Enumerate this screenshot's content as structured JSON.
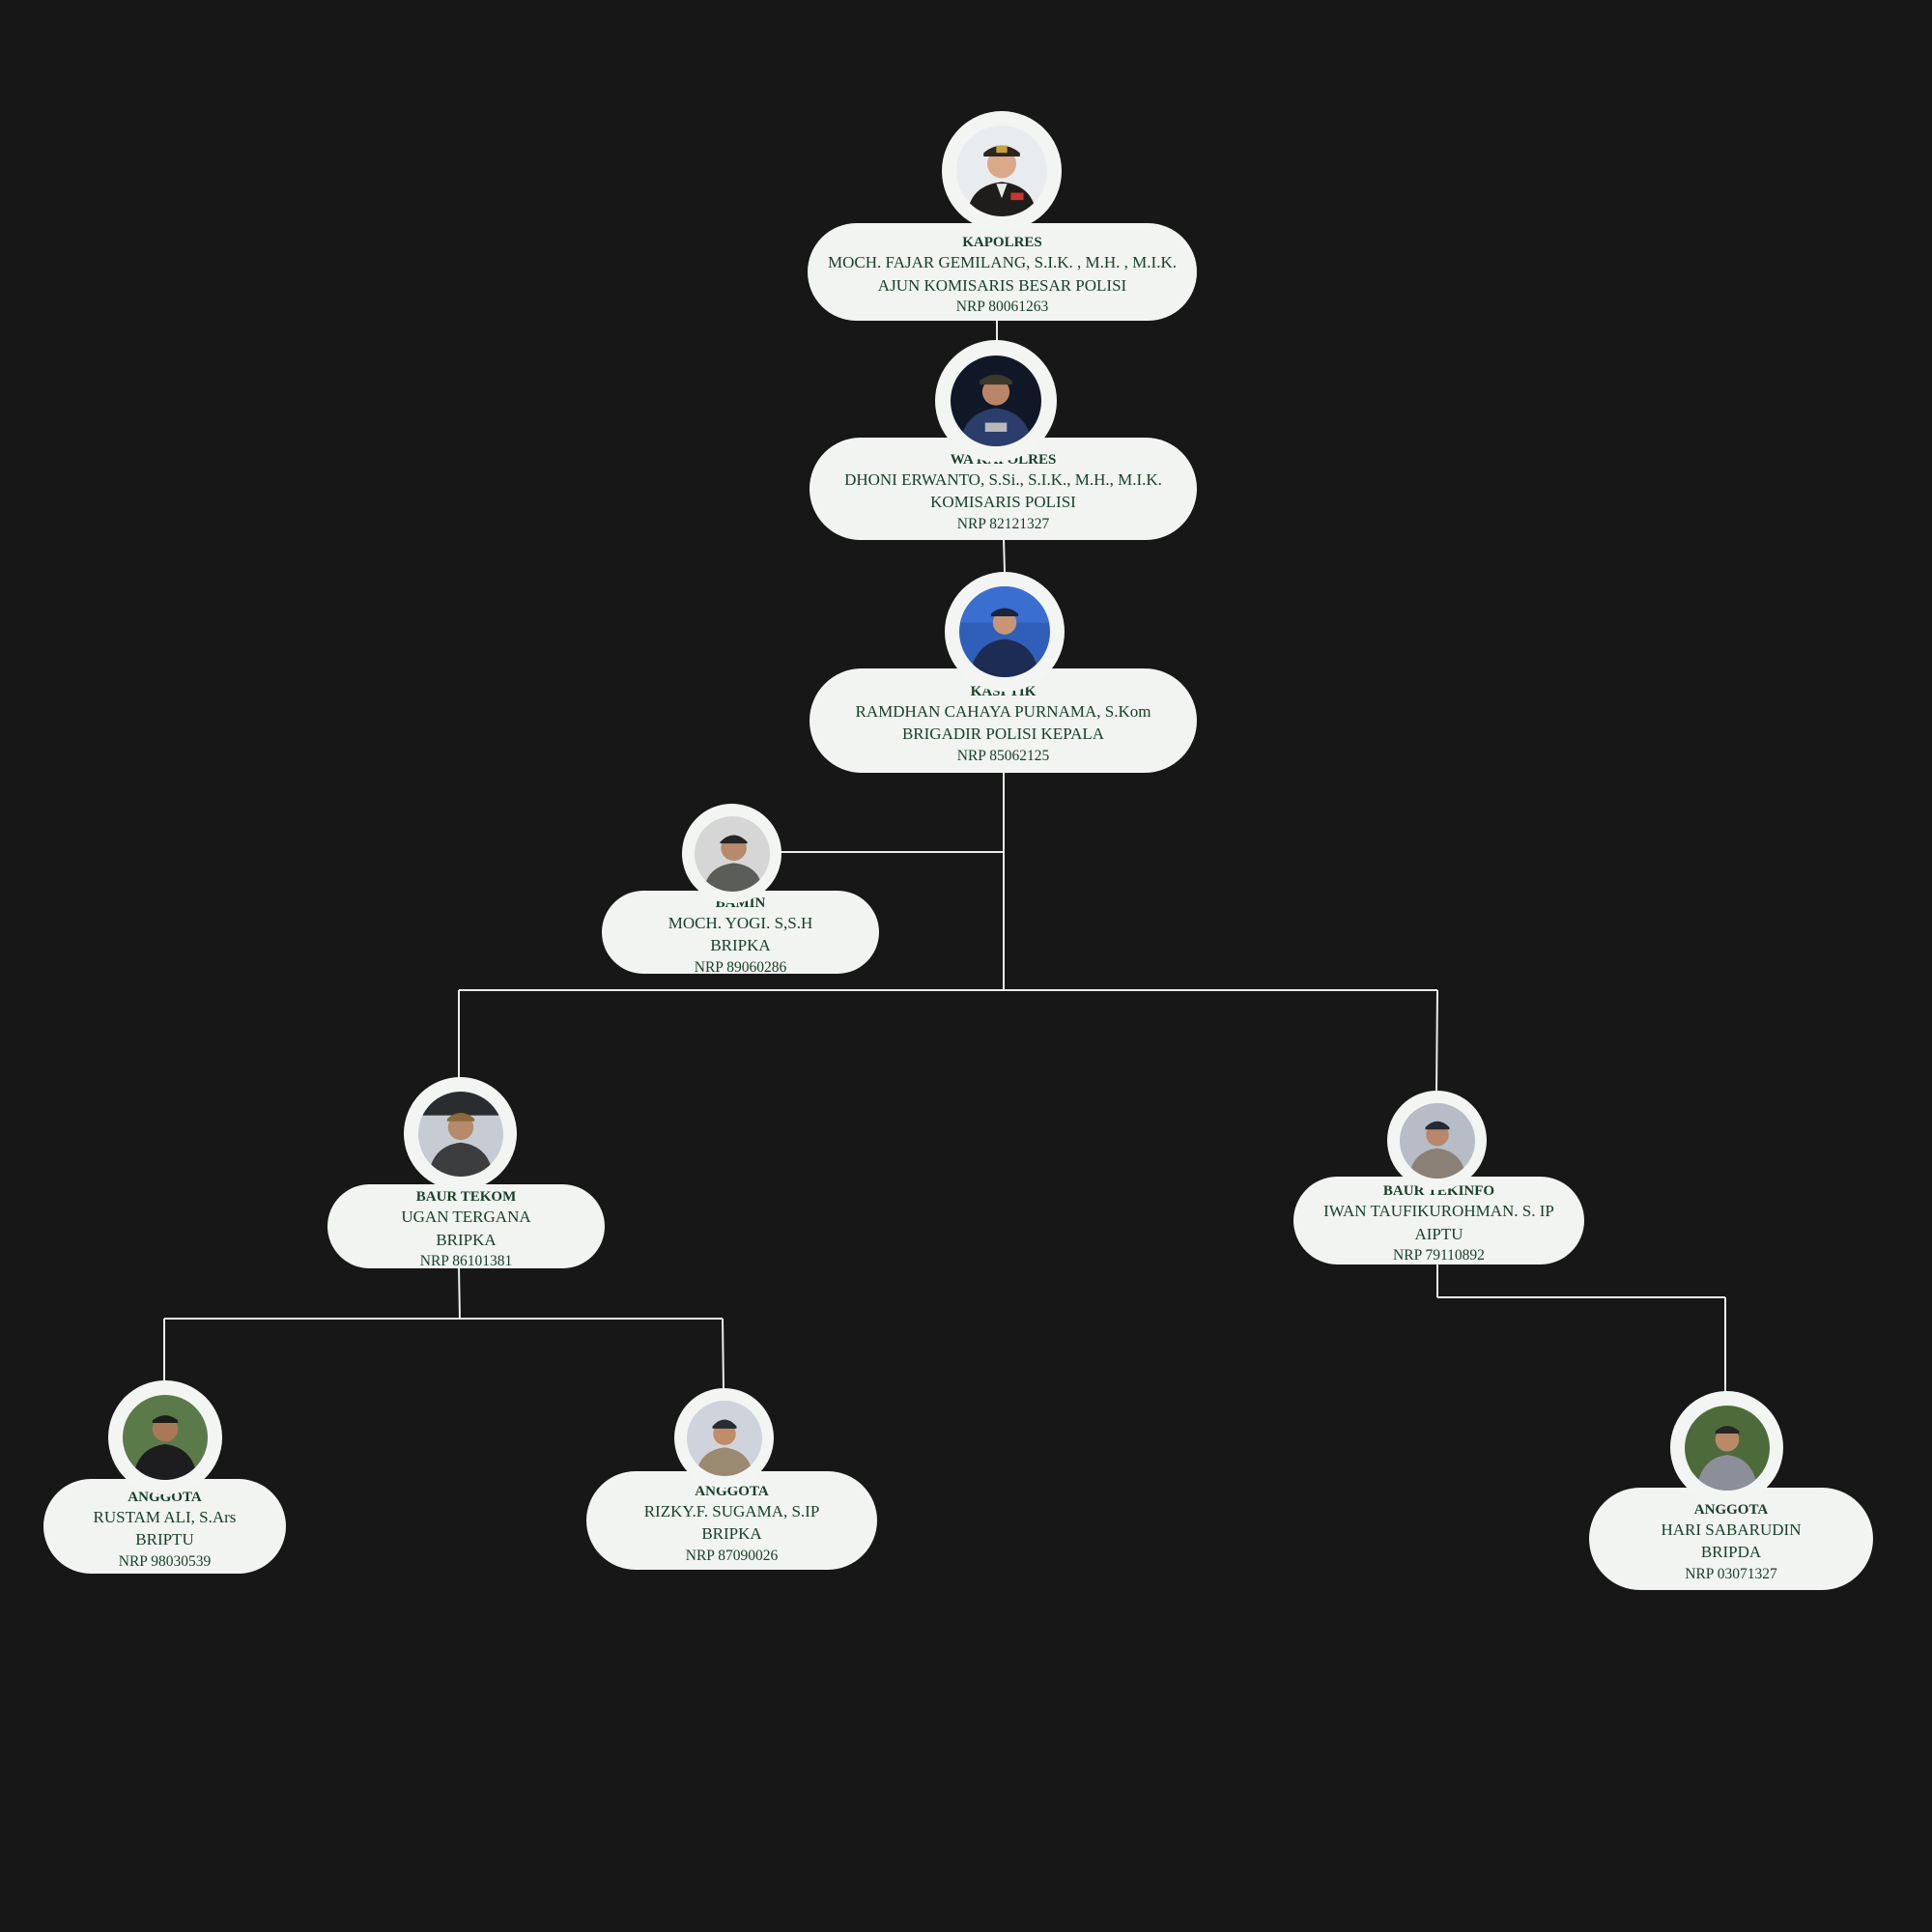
{
  "colors": {
    "background": "#171717",
    "card": "#f1f4f1",
    "text": "#174127",
    "connector": "#e8ece8"
  },
  "nodes": {
    "kapolres": {
      "role": "KAPOLRES",
      "name": "MOCH. FAJAR GEMILANG, S.I.K. , M.H. , M.I.K.",
      "rank": "AJUN KOMISARIS BESAR POLISI",
      "nrp": "NRP 80061263",
      "photo_icon": "person-photo-icon"
    },
    "wakapolres": {
      "role": "WA KAPOLRES",
      "name": "DHONI ERWANTO, S.Si., S.I.K., M.H., M.I.K.",
      "rank": "KOMISARIS POLISI",
      "nrp": "NRP 82121327",
      "photo_icon": "person-photo-icon"
    },
    "kasitik": {
      "role": "KASI TIK",
      "name": "RAMDHAN CAHAYA PURNAMA, S.Kom",
      "rank": "BRIGADIR POLISI KEPALA",
      "nrp": "NRP 85062125",
      "photo_icon": "person-photo-icon"
    },
    "bamin": {
      "role": "BAMIN",
      "name": "MOCH. YOGI. S,S.H",
      "rank": "BRIPKA",
      "nrp": "NRP 89060286",
      "photo_icon": "person-photo-icon"
    },
    "baurtekom": {
      "role": "BAUR TEKOM",
      "name": "UGAN TERGANA",
      "rank": "BRIPKA",
      "nrp": "NRP 86101381",
      "photo_icon": "person-photo-icon"
    },
    "baurtekinfo": {
      "role": "BAUR TEKINFO",
      "name": "IWAN TAUFIKUROHMAN. S. IP",
      "rank": "AIPTU",
      "nrp": "NRP 79110892",
      "photo_icon": "person-photo-icon"
    },
    "anggota1": {
      "role": "ANGGOTA",
      "name": "RUSTAM ALI, S.Ars",
      "rank": "BRIPTU",
      "nrp": "NRP 98030539",
      "photo_icon": "person-photo-icon"
    },
    "anggota2": {
      "role": "ANGGOTA",
      "name": "RIZKY.F. SUGAMA, S.IP",
      "rank": "BRIPKA",
      "nrp": "NRP 87090026",
      "photo_icon": "person-photo-icon"
    },
    "anggota3": {
      "role": "ANGGOTA",
      "name": "HARI SABARUDIN",
      "rank": "BRIPDA",
      "nrp": "NRP 03071327",
      "photo_icon": "person-photo-icon"
    }
  }
}
